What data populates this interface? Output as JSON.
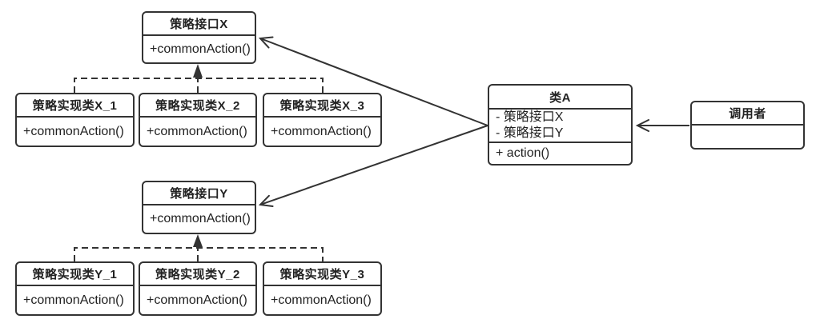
{
  "diagram": {
    "type": "uml-class-diagram",
    "boxes": {
      "interface_x": {
        "title": "策略接口X",
        "method": "+commonAction()"
      },
      "impl_x1": {
        "title": "策略实现类X_1",
        "method": "+commonAction()"
      },
      "impl_x2": {
        "title": "策略实现类X_2",
        "method": "+commonAction()"
      },
      "impl_x3": {
        "title": "策略实现类X_3",
        "method": "+commonAction()"
      },
      "class_a": {
        "title": "类A",
        "fields": [
          "- 策略接口X",
          "- 策略接口Y"
        ],
        "method": "+ action()"
      },
      "caller": {
        "title": "调用者"
      },
      "interface_y": {
        "title": "策略接口Y",
        "method": "+commonAction()"
      },
      "impl_y1": {
        "title": "策略实现类Y_1",
        "method": "+commonAction()"
      },
      "impl_y2": {
        "title": "策略实现类Y_2",
        "method": "+commonAction()"
      },
      "impl_y3": {
        "title": "策略实现类Y_3",
        "method": "+commonAction()"
      }
    },
    "relations": [
      {
        "type": "realization-dashed-filled-triangle",
        "from": [
          "impl_x1",
          "impl_x2",
          "impl_x3"
        ],
        "to": "interface_x"
      },
      {
        "type": "realization-dashed-filled-triangle",
        "from": [
          "impl_y1",
          "impl_y2",
          "impl_y3"
        ],
        "to": "interface_y"
      },
      {
        "type": "association-open-arrow",
        "from": "class_a",
        "to": "interface_x"
      },
      {
        "type": "association-open-arrow",
        "from": "class_a",
        "to": "interface_y"
      },
      {
        "type": "association-open-arrow",
        "from": "caller",
        "to": "class_a"
      }
    ],
    "colors": {
      "stroke": "#333333",
      "box_fill": "#ffffff",
      "background": "#ffffff",
      "text": "#222222"
    }
  }
}
